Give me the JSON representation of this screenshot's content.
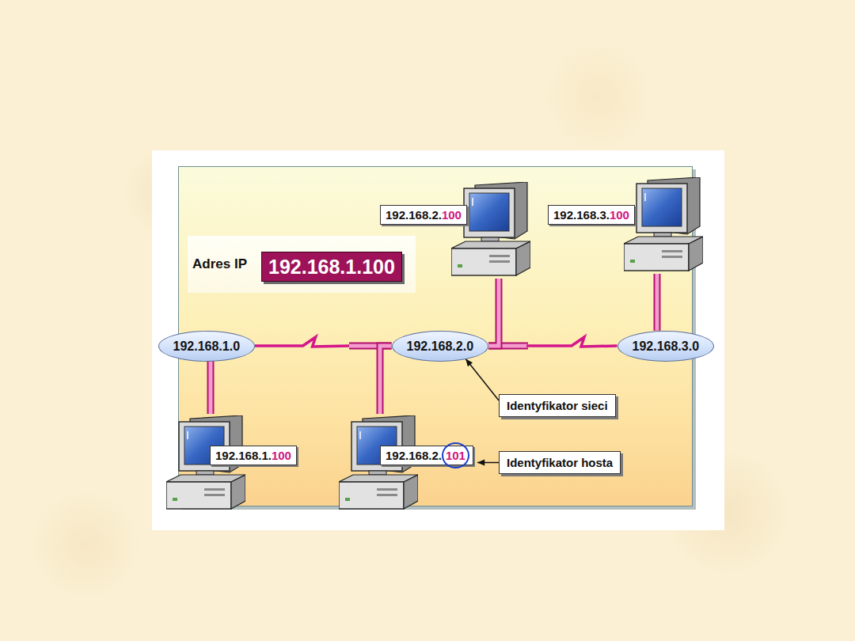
{
  "diagram": {
    "nodes": [
      {
        "text": [
          "Adres IP"
        ]
      },
      {
        "text": [
          "192.168.1.100"
        ],
        "in": 0
      },
      {
        "text": [
          "192.168.2.",
          "100"
        ]
      },
      {
        "text": [
          "192.168.3.",
          "100"
        ]
      },
      {
        "text": [
          "192.168.1.0"
        ]
      },
      {
        "text": [
          "192.168.2.0"
        ]
      },
      {
        "text": [
          "192.168.3.0"
        ]
      },
      {
        "text": [
          "Identyfikator sieci"
        ]
      },
      {
        "text": [
          "192.168.1.",
          "100"
        ]
      },
      {
        "text": [
          "192.168.2.",
          "101"
        ]
      },
      {
        "text": [
          "Identyfikator hosta"
        ]
      }
    ],
    "edges": [
      {
        "from": 4,
        "to": 5,
        "arrow": "none"
      },
      {
        "from": 5,
        "to": 6,
        "arrow": "none"
      },
      {
        "from": 2,
        "to": 5,
        "arrow": "none"
      },
      {
        "from": 3,
        "to": 6,
        "arrow": "none"
      },
      {
        "from": 8,
        "to": 4,
        "arrow": "none"
      },
      {
        "from": 9,
        "to": 5,
        "arrow": "none"
      },
      {
        "from": 7,
        "to": 5,
        "arrow": "to"
      },
      {
        "from": 10,
        "to": 9,
        "arrow": "to"
      }
    ]
  }
}
